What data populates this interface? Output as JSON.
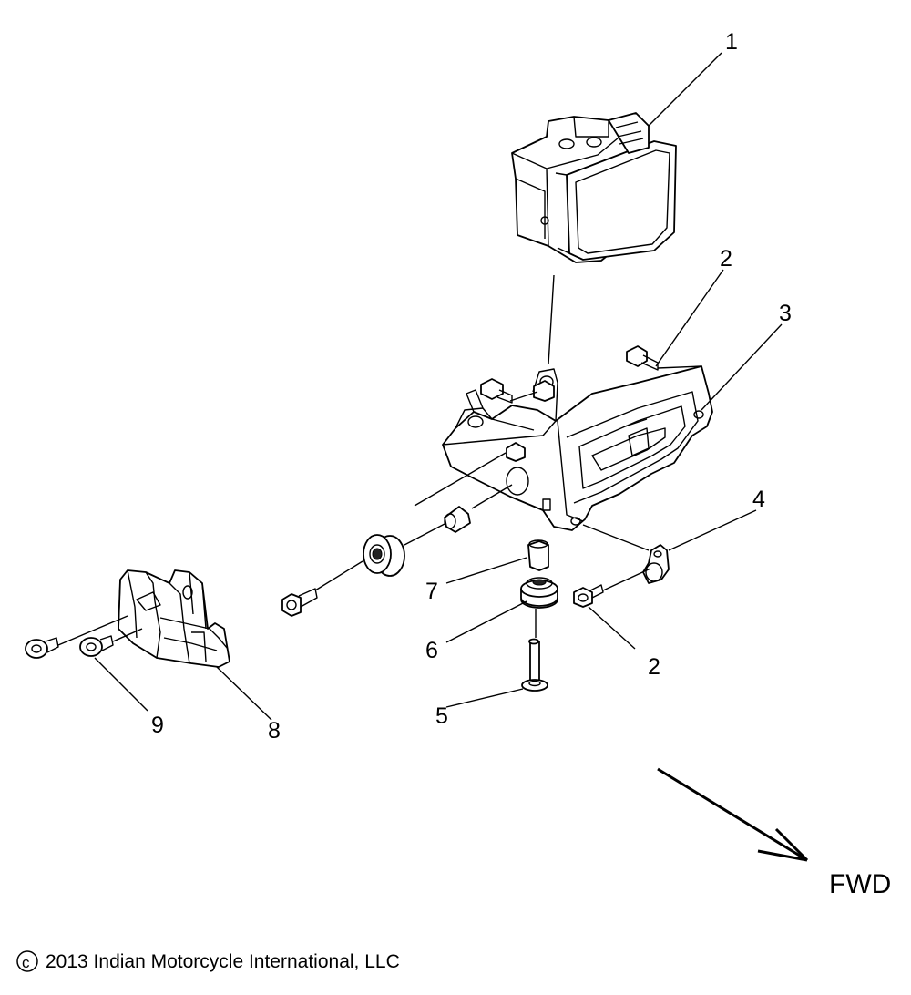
{
  "callouts": [
    "1",
    "2",
    "3",
    "4",
    "2",
    "5",
    "6",
    "7",
    "8",
    "9"
  ],
  "direction_label": "FWD",
  "copyright": "2013 Indian Motorcycle International, LLC",
  "copyright_symbol": "c"
}
